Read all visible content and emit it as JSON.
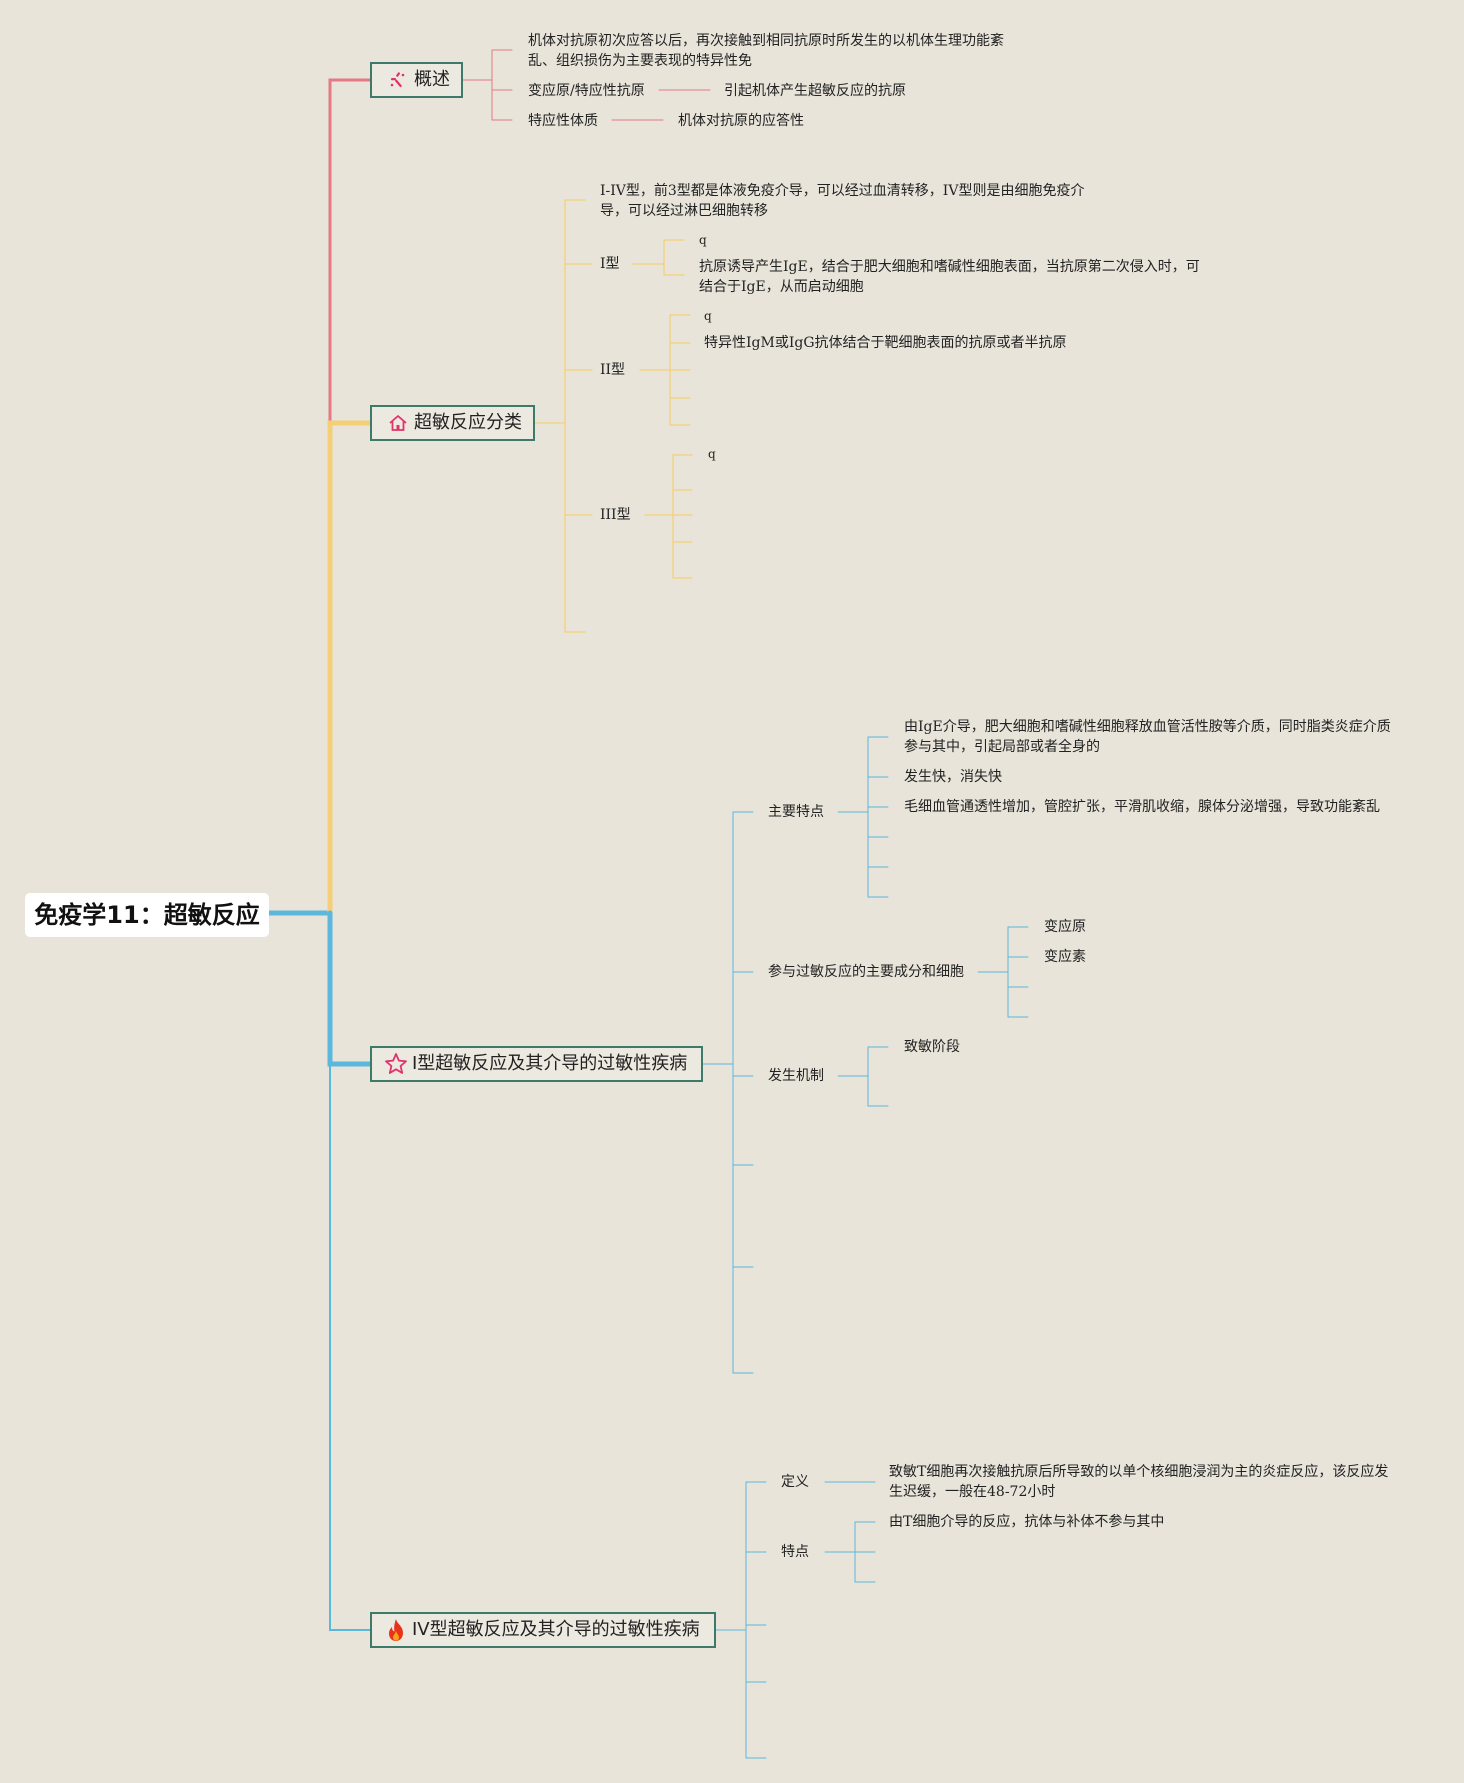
{
  "root": {
    "title": "免疫学11：超敏反应"
  },
  "branches": {
    "overview": {
      "label": "概述",
      "icon": "sparkle-icon",
      "color": "#e57a84",
      "definition": "机体对抗原初次应答以后，再次接触到相同抗原时所发生的以机体生理功能紊乱、组织损伤为主要表现的特异性免",
      "allergen": {
        "term": "变应原/特应性抗原",
        "desc": "引起机体产生超敏反应的抗原"
      },
      "atopy": {
        "term": "特应性体质",
        "desc": "机体对抗原的应答性"
      }
    },
    "classification": {
      "label": "超敏反应分类",
      "icon": "home-icon",
      "color": "#f5cf75",
      "intro": "I-IV型，前3型都是体液免疫介导，可以经过血清转移，IV型则是由细胞免疫介导，可以经过淋巴细胞转移",
      "type1": {
        "label": "I型",
        "q": "q",
        "desc": "抗原诱导产生IgE，结合于肥大细胞和嗜碱性细胞表面，当抗原第二次侵入时，可结合于IgE，从而启动细胞"
      },
      "type2": {
        "label": "II型",
        "q": "q",
        "desc": "特异性IgM或IgG抗体结合于靶细胞表面的抗原或者半抗原"
      },
      "type3": {
        "label": "III型",
        "q": "q"
      }
    },
    "type1": {
      "label": "I型超敏反应及其介导的过敏性疾病",
      "icon": "star-icon",
      "color": "#5bb8dc",
      "features": {
        "label": "主要特点",
        "items": [
          "由IgE介导，肥大细胞和嗜碱性细胞释放血管活性胺等介质，同时脂类炎症介质参与其中，引起局部或者全身的",
          "发生快，消失快",
          "毛细血管通透性增加，管腔扩张，平滑肌收缩，腺体分泌增强，导致功能紊乱"
        ]
      },
      "components": {
        "label": "参与过敏反应的主要成分和细胞",
        "items": [
          "变应原",
          "变应素"
        ]
      },
      "mechanism": {
        "label": "发生机制",
        "items": [
          "致敏阶段"
        ]
      }
    },
    "type4": {
      "label": "IV型超敏反应及其介导的过敏性疾病",
      "icon": "fire-icon",
      "color": "#5bb8dc",
      "definition": {
        "label": "定义",
        "desc": "致敏T细胞再次接触抗原后所导致的以单个核细胞浸润为主的炎症反应，该反应发生迟缓，一般在48-72小时"
      },
      "features": {
        "label": "特点",
        "items": [
          "由T细胞介导的反应，抗体与补体不参与其中"
        ]
      }
    }
  }
}
